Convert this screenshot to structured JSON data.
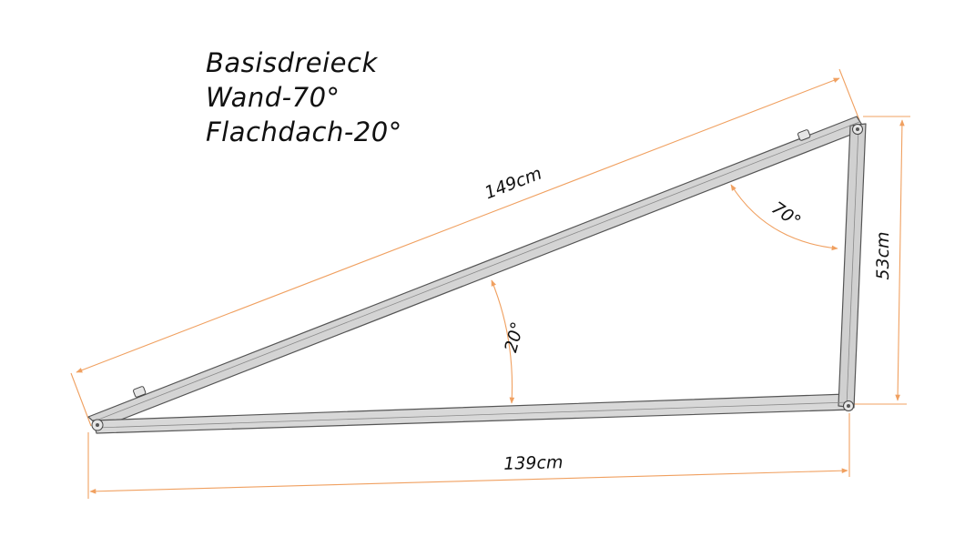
{
  "title": {
    "lines": [
      "Basisdreieck",
      "Wand-70°",
      "Flachdach-20°"
    ]
  },
  "dimensions": {
    "hypotenuse": "149cm",
    "base": "139cm",
    "height": "53cm"
  },
  "angles": {
    "bottom": "20°",
    "top": "70°"
  },
  "colors": {
    "dimension_line": "#f0a060",
    "frame_fill": "#d4d4d4",
    "frame_edge": "#555555",
    "text": "#111111"
  }
}
